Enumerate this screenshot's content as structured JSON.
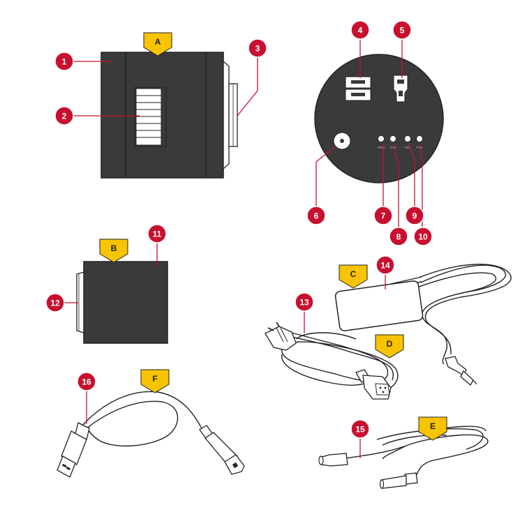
{
  "colors": {
    "marker_red": "#c8102e",
    "marker_yellow": "#f8c300",
    "device_body": "#3a3a3a",
    "outline": "#222222"
  },
  "number_markers": [
    "1",
    "2",
    "3",
    "4",
    "5",
    "6",
    "7",
    "8",
    "9",
    "10",
    "11",
    "12",
    "13",
    "14",
    "15",
    "16"
  ],
  "letter_markers": [
    "A",
    "B",
    "C",
    "D",
    "E",
    "F"
  ],
  "port_labels": [
    "PWR",
    "SYS",
    "TEC",
    "FAN"
  ]
}
